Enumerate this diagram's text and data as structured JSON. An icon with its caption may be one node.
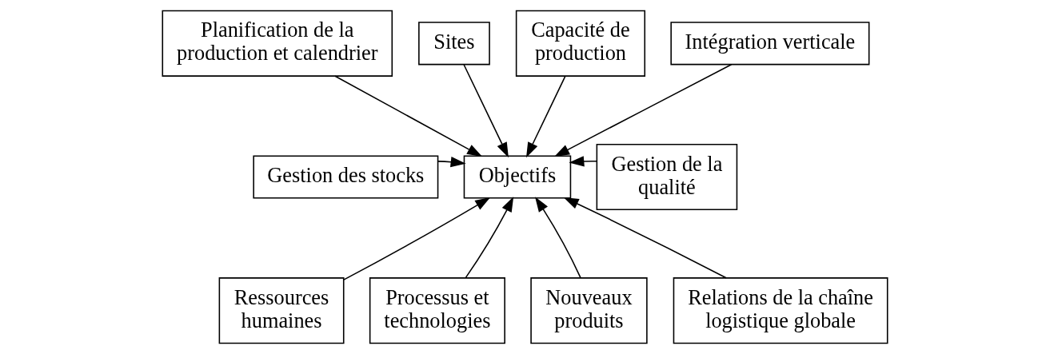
{
  "diagram": {
    "nodes": [
      {
        "text": [
          "Planification de la production et calendrier"
        ]
      },
      {
        "text": [
          "Sites"
        ]
      },
      {
        "text": [
          "Capacité de production"
        ]
      },
      {
        "text": [
          "Intégration verticale"
        ]
      },
      {
        "text": [
          "Gestion des stocks"
        ]
      },
      {
        "text": [
          "Objectifs"
        ]
      },
      {
        "text": [
          "Gestion de la qualité"
        ]
      },
      {
        "text": [
          "Ressources humaines"
        ]
      },
      {
        "text": [
          "Processus et technologies"
        ]
      },
      {
        "text": [
          "Nouveaux produits"
        ]
      },
      {
        "text": [
          "Relations de la chaîne logistique globale"
        ]
      }
    ],
    "edges": [
      {
        "from": 0,
        "to": 5,
        "arrow": "to"
      },
      {
        "from": 1,
        "to": 5,
        "arrow": "to"
      },
      {
        "from": 2,
        "to": 5,
        "arrow": "to"
      },
      {
        "from": 3,
        "to": 5,
        "arrow": "to"
      },
      {
        "from": 4,
        "to": 5,
        "arrow": "to"
      },
      {
        "from": 6,
        "to": 5,
        "arrow": "to"
      },
      {
        "from": 7,
        "to": 5,
        "arrow": "to"
      },
      {
        "from": 8,
        "to": 5,
        "arrow": "to"
      },
      {
        "from": 9,
        "to": 5,
        "arrow": "to"
      },
      {
        "from": 10,
        "to": 5,
        "arrow": "to"
      }
    ]
  }
}
